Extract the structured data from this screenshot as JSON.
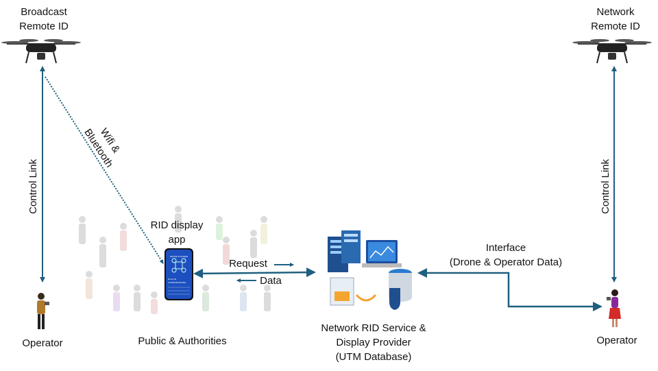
{
  "colors": {
    "arrow": "#1f5f7f",
    "text": "#111111",
    "phone": "#1d4fbf"
  },
  "left": {
    "title_line1": "Broadcast",
    "title_line2": "Remote ID",
    "control_link": "Control Link",
    "operator": "Operator",
    "wireless_line1": "Wifi &",
    "wireless_line2": "Bluetooth"
  },
  "center": {
    "app_line1": "RID display",
    "app_line2": "app",
    "public": "Public & Authorities",
    "request": "Request",
    "data": "Data",
    "phone": {
      "header": "DRONE SCANNER",
      "drone_id_label": "Drone ID",
      "drone_id": "CCD0578SA5C2EF"
    },
    "provider_line1": "Network RID  Service &",
    "provider_line2": "Display Provider",
    "provider_line3": "(UTM Database)"
  },
  "right": {
    "title_line1": "Network",
    "title_line2": "Remote ID",
    "control_link": "Control Link",
    "operator": "Operator",
    "interface_line1": "Interface",
    "interface_line2": "(Drone & Operator Data)"
  }
}
